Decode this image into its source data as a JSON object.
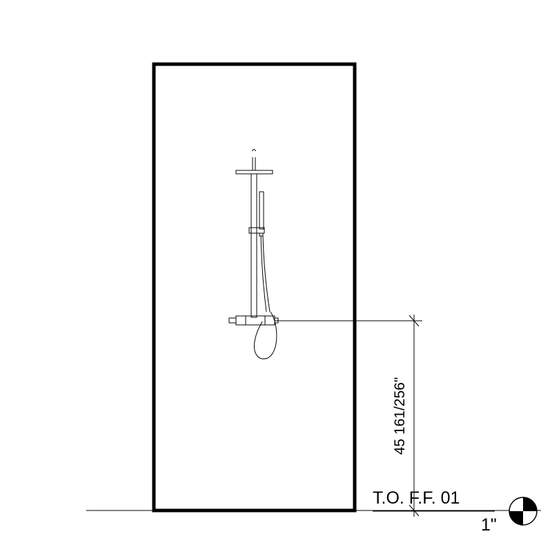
{
  "drawing": {
    "dimension_label": "45 161/256\"",
    "level_name": "T.O. F.F. 01",
    "level_elevation": "1\"",
    "colors": {
      "ink": "#000000",
      "background": "#ffffff"
    }
  }
}
